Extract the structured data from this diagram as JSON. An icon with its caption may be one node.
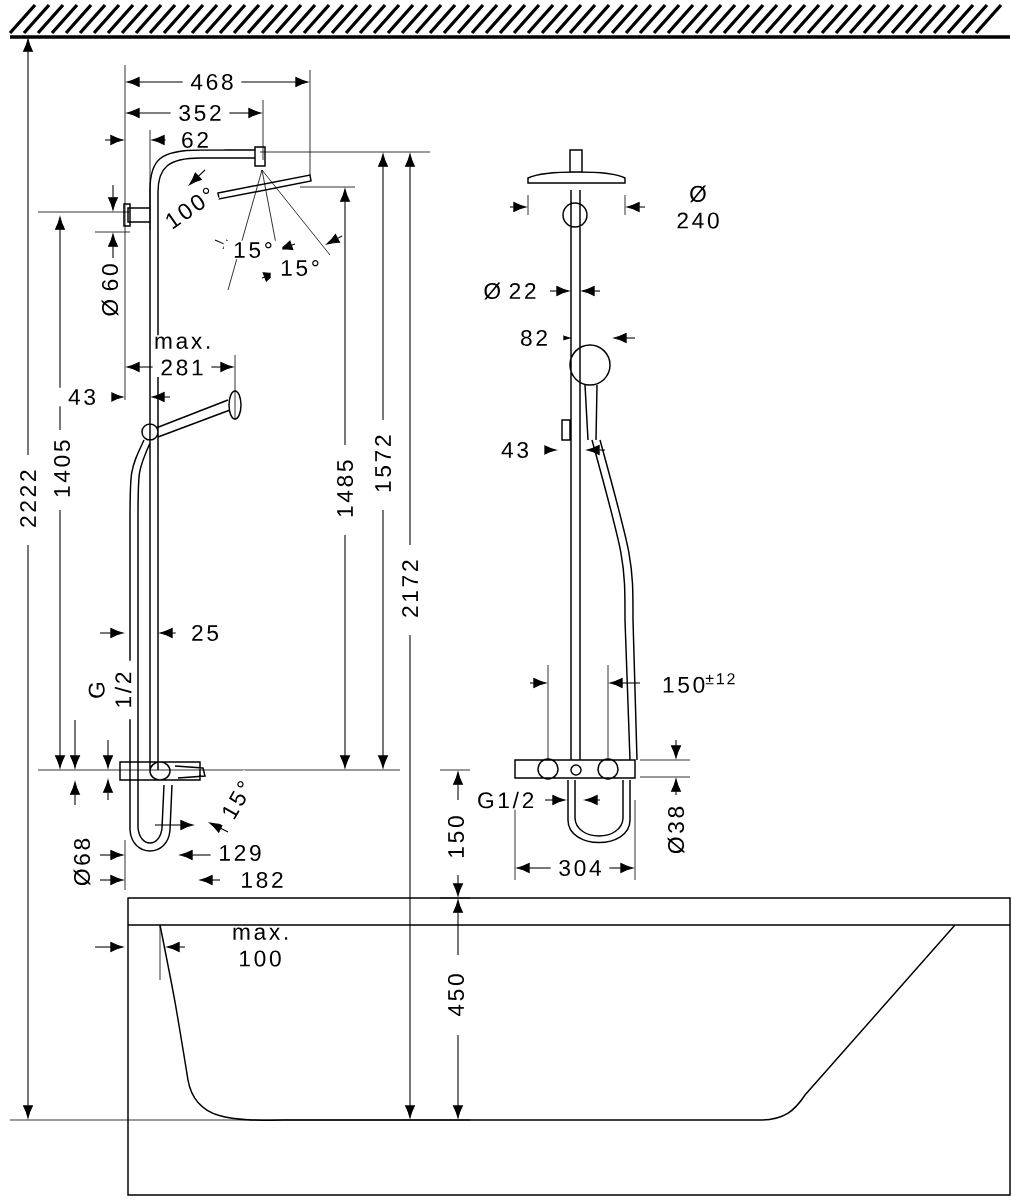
{
  "diagram": {
    "labels": [
      "468",
      "352",
      "62",
      "100°",
      "Ø 60",
      "15°",
      "15°",
      "max. 281",
      "43",
      "1405",
      "1485",
      "1572",
      "2222",
      "2172",
      "25",
      "G 1/2",
      "15°",
      "Ø68",
      "129",
      "182",
      "max. 100",
      "450",
      "150",
      "Ø 240",
      "Ø 22",
      "82",
      "43",
      "150$^{±12}$",
      "G1/2",
      "Ø38",
      "304"
    ]
  }
}
